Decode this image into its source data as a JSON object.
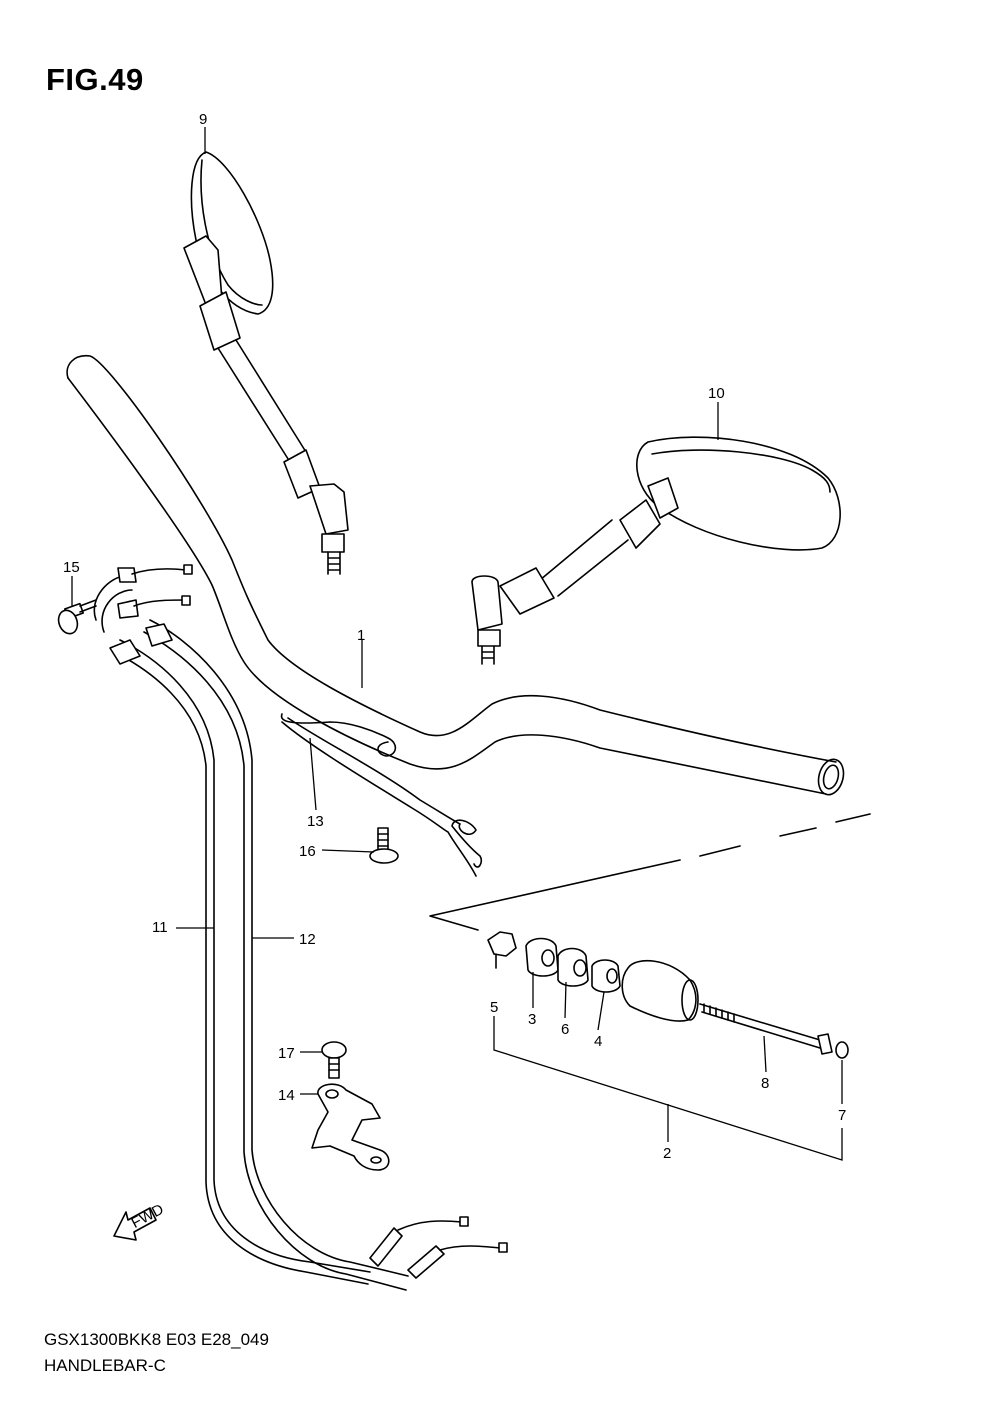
{
  "figure": {
    "title": "FIG.49",
    "model_code": "GSX1300BKK8 E03 E28_049",
    "section_name": "HANDLEBAR-C",
    "fwd_label": "FWD"
  },
  "callouts": [
    {
      "id": "callout-1",
      "text": "1"
    },
    {
      "id": "callout-2",
      "text": "2"
    },
    {
      "id": "callout-3",
      "text": "3"
    },
    {
      "id": "callout-4",
      "text": "4"
    },
    {
      "id": "callout-5",
      "text": "5"
    },
    {
      "id": "callout-6",
      "text": "6"
    },
    {
      "id": "callout-7",
      "text": "7"
    },
    {
      "id": "callout-8",
      "text": "8"
    },
    {
      "id": "callout-9",
      "text": "9"
    },
    {
      "id": "callout-10",
      "text": "10"
    },
    {
      "id": "callout-11",
      "text": "11"
    },
    {
      "id": "callout-12",
      "text": "12"
    },
    {
      "id": "callout-13",
      "text": "13"
    },
    {
      "id": "callout-14",
      "text": "14"
    },
    {
      "id": "callout-15",
      "text": "15"
    },
    {
      "id": "callout-16",
      "text": "16"
    },
    {
      "id": "callout-17",
      "text": "17"
    }
  ]
}
